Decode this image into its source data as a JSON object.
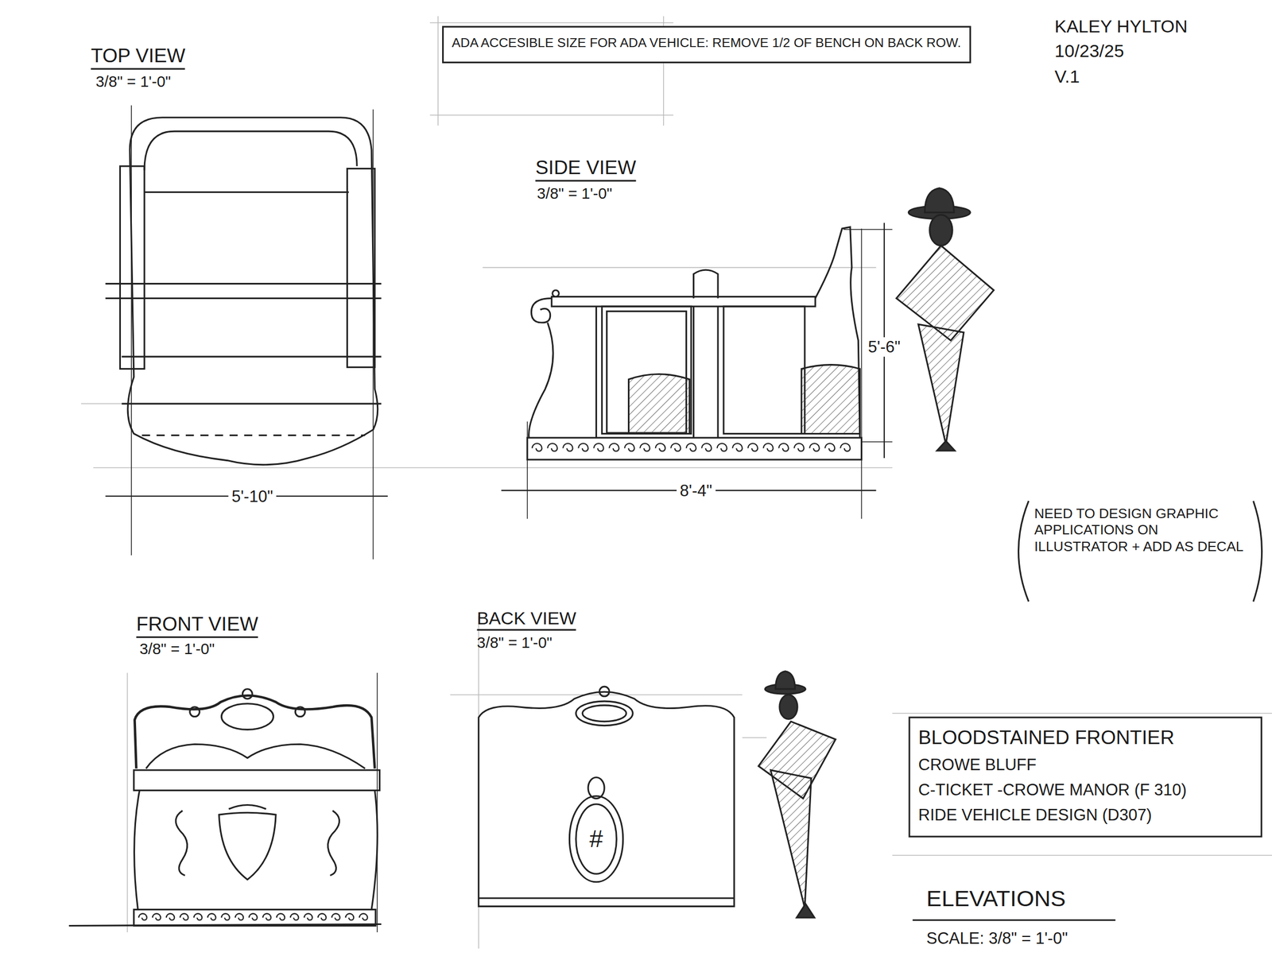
{
  "diagram": {
    "nodes": [
      {
        "text": [
          "ADA ACCESIBLE SIZE FOR ADA VEHICLE: REMOVE 1/2 OF BENCH ON BACK ROW."
        ]
      },
      {
        "text": [
          "BLOODSTAINED FRONTIER",
          "CROWE BLUFF",
          "C-TICKET -CROWE MANOR (F 310)",
          "RIDE VEHICLE DESIGN (D307)"
        ]
      }
    ],
    "labels": [
      "KALEY HYLTON",
      "10/23/25",
      "V.1",
      "TOP VIEW",
      "3/8\" = 1'-0\"",
      "SIDE VIEW",
      "3/8\" = 1'-0\"",
      "5'-10\"",
      "8'-4\"",
      "5'-6\"",
      "NEED TO DESIGN GRAPHIC APPLICATIONS ON ILLUSTRATOR + ADD AS DECAL",
      "FRONT VIEW",
      "3/8\" = 1'-0\"",
      "BACK VIEW",
      "3/8\" = 1'-0\"",
      "#",
      "ELEVATIONS",
      "SCALE: 3/8\" = 1'-0\""
    ]
  }
}
